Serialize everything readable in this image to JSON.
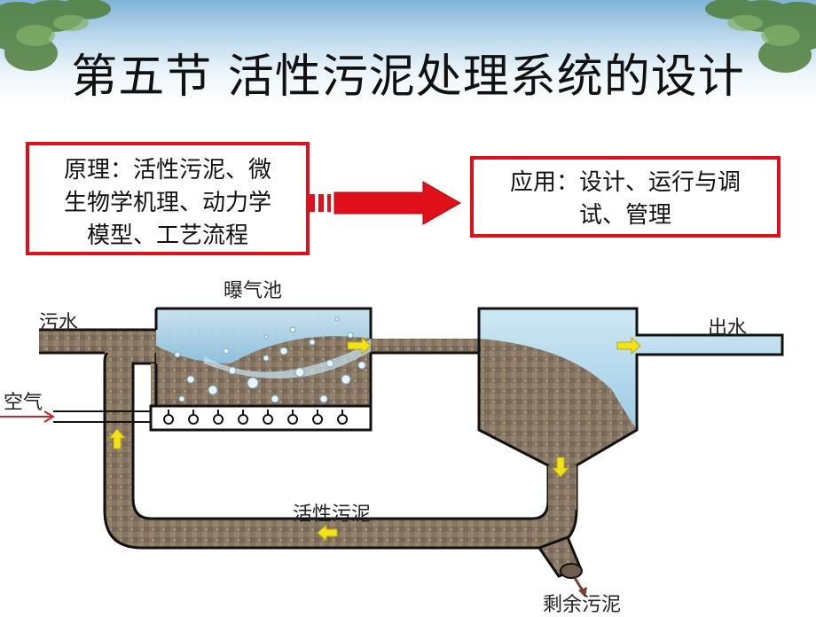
{
  "title": "第五节 活性污泥处理系统的设计",
  "principle_box": {
    "lines": [
      "原理：活性污泥、微",
      "生物学机理、动力学",
      "模型、工艺流程"
    ]
  },
  "application_box": {
    "lines": [
      "应用：设计、运行与调",
      "试、管理"
    ]
  },
  "diagram": {
    "aeration_tank_label": "曝气池",
    "sewage_label": "污水",
    "effluent_label": "出水",
    "air_label": "空气",
    "activated_sludge_label": "活性污泥",
    "excess_sludge_label": "剩余污泥"
  },
  "colors": {
    "box_border": "#e0101b",
    "arrow": "#e0101b",
    "sludge": "#8a7a66",
    "water": "#a9d3ea",
    "flow_arrow": "#f2e21a",
    "air_arrow": "#c2272d"
  },
  "icons": [
    "tree-branch-left",
    "tree-branch-right",
    "diffuser-icon",
    "flow-arrow-icon"
  ]
}
